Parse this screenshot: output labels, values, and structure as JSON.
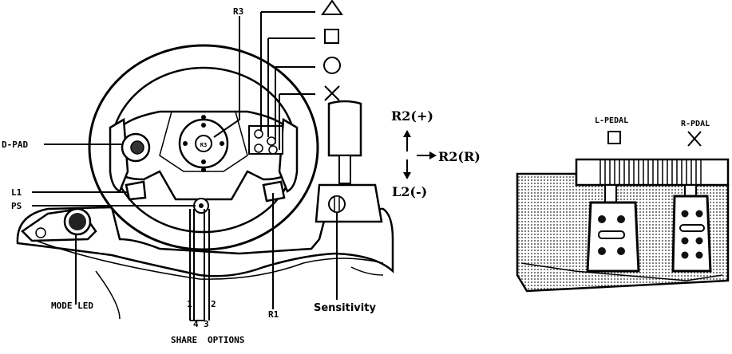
{
  "labels": {
    "r3": "R3",
    "dpad": "D-PAD",
    "l1": "L1",
    "ps": "PS",
    "mode_led": "MODE LED",
    "share": "SHARE",
    "options": "OPTIONS",
    "r1": "R1",
    "sensitivity": "Sensitivity",
    "r2_plus": "R2(+)",
    "r2_r": "R2(R)",
    "l2_minus": "L2(-)",
    "num1": "1",
    "num2": "2",
    "num3": "3",
    "num4": "4",
    "l_pedal": "L-PEDAL",
    "r_pedal": "R-PDAL"
  },
  "button_symbols": [
    "triangle",
    "square",
    "circle",
    "cross"
  ],
  "pedal_symbols": {
    "left": "square",
    "right": "cross"
  }
}
